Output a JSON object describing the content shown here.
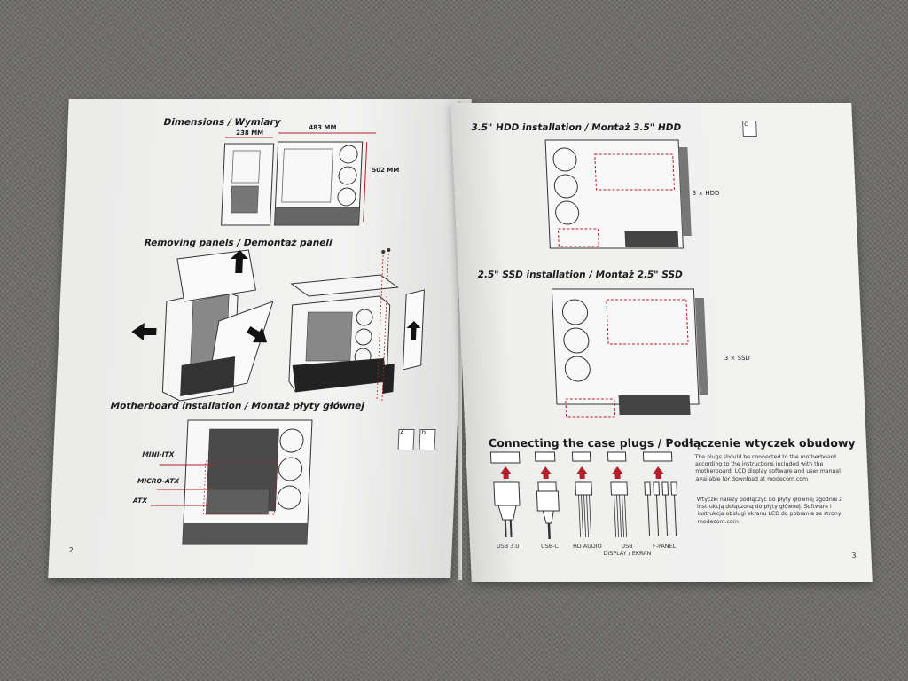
{
  "left_page": {
    "dimensions_title": "Dimensions / Wymiary",
    "dim_width": "238 MM",
    "dim_depth": "483 MM",
    "dim_height": "502 MM",
    "removing_title": "Removing panels / Demontaż paneli",
    "motherboard_title": "Motherboard installation / Montaż płyty głównej",
    "mb_labels": [
      "MINI-ITX",
      "MICRO-ATX",
      "ATX"
    ],
    "page_number": "2",
    "tool_icons": [
      "A",
      "D"
    ]
  },
  "right_page": {
    "hdd_title": "3.5\" HDD installation / Montaż 3.5\" HDD",
    "hdd_count": "3 × HDD",
    "ssd_title": "2.5\" SSD installation / Montaż 2.5\" SSD",
    "ssd_count": "3 × SSD",
    "plugs_title": "Connecting the case plugs / Podłączenie wtyczek obudowy",
    "plugs_text_en": "The plugs should be connected to the motherboard according to the instructions included with the motherboard. LCD display software and user manual available for download at modecom.com",
    "plugs_text_pl": "Wtyczki należy podłączyć do płyty głównej zgodnie z instrukcją dołączoną do płyty głównej. Software i instrukcja obsługi ekranu LCD do pobrania ze strony modecom.com",
    "plug_labels": [
      "USB 3.0",
      "USB-C",
      "HD AUDIO",
      "USB\nDISPLAY / EKRAN",
      "F-PANEL"
    ],
    "page_number": "3",
    "corner_icon": "C"
  },
  "colors": {
    "accent_red": "#b3202c",
    "line": "#333333",
    "page": "#f1f1f0"
  }
}
